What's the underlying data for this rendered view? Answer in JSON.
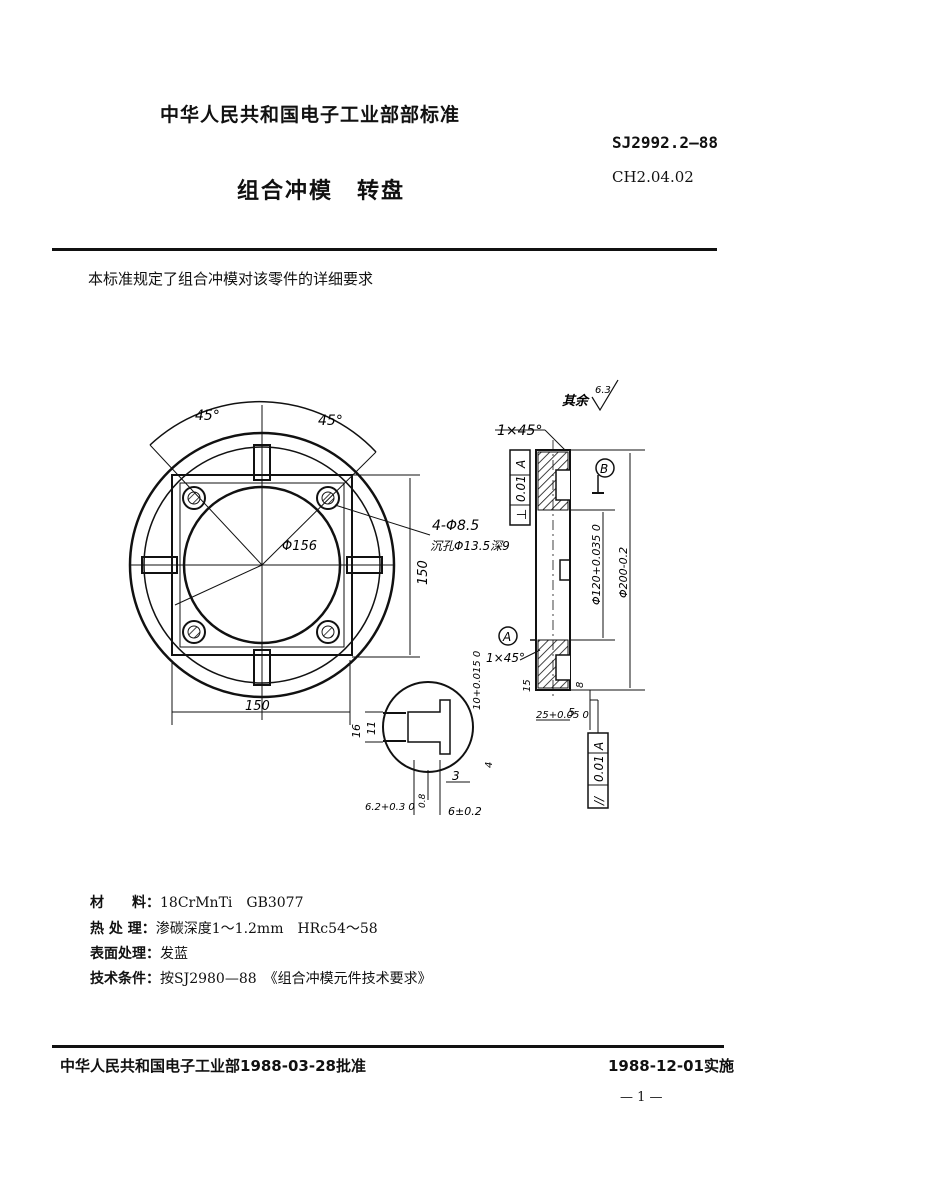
{
  "header": {
    "ministry_title": "中华人民共和国电子工业部部标准",
    "standard_number": "SJ2992.2—88",
    "classification_code": "CH2.04.02",
    "document_title": "组合冲模　转盘"
  },
  "intro_text": "本标准规定了组合冲模对该零件的详细要求",
  "drawing": {
    "roughness_note": "其余",
    "roughness_value": "6.3",
    "front_view": {
      "angle_left": "45°",
      "angle_right": "45°",
      "hole_callout_1": "4-Φ8.5",
      "hole_callout_2": "沉孔Φ13.5深9",
      "inner_diameter": "Φ156",
      "height_dim": "150",
      "width_dim": "150"
    },
    "section_view": {
      "chamfer_top": "1×45°",
      "chamfer_bottom": "1×45°",
      "datum_a": "A",
      "datum_b": "B",
      "tol_perp_symbol": "⊥",
      "tol_perp_value": "0.01",
      "tol_perp_datum": "A",
      "tol_par_symbol": "//",
      "tol_par_value": "0.01",
      "tol_par_datum": "A",
      "dia_120": "Φ120+0.035 0",
      "dia_200": "Φ200-0.2",
      "dim_15": "15",
      "dim_25": "25+0.05 0",
      "dim_5": "5",
      "dim_8": "8"
    },
    "detail_view": {
      "dim_10": "10+0.015 0",
      "dim_16": "16",
      "dim_11": "11",
      "dim_3": "3",
      "dim_6_2": "6.2+0.3 0",
      "dim_6": "6±0.2",
      "dim_4": "4",
      "dim_0_8": "0.8"
    }
  },
  "specs": {
    "material_label": "材　　料：",
    "material_value": "18CrMnTi　GB3077",
    "heat_label": "热 处 理：",
    "heat_value": "渗碳深度1～1.2mm　HRc54～58",
    "surface_label": "表面处理：",
    "surface_value": "发蓝",
    "tech_label": "技术条件：",
    "tech_value": "按SJ2980—88　《组合冲模元件技术要求》"
  },
  "footer": {
    "approved": "中华人民共和国电子工业部1988-03-28批准",
    "effective": "1988-12-01实施",
    "page": "— 1 —"
  }
}
